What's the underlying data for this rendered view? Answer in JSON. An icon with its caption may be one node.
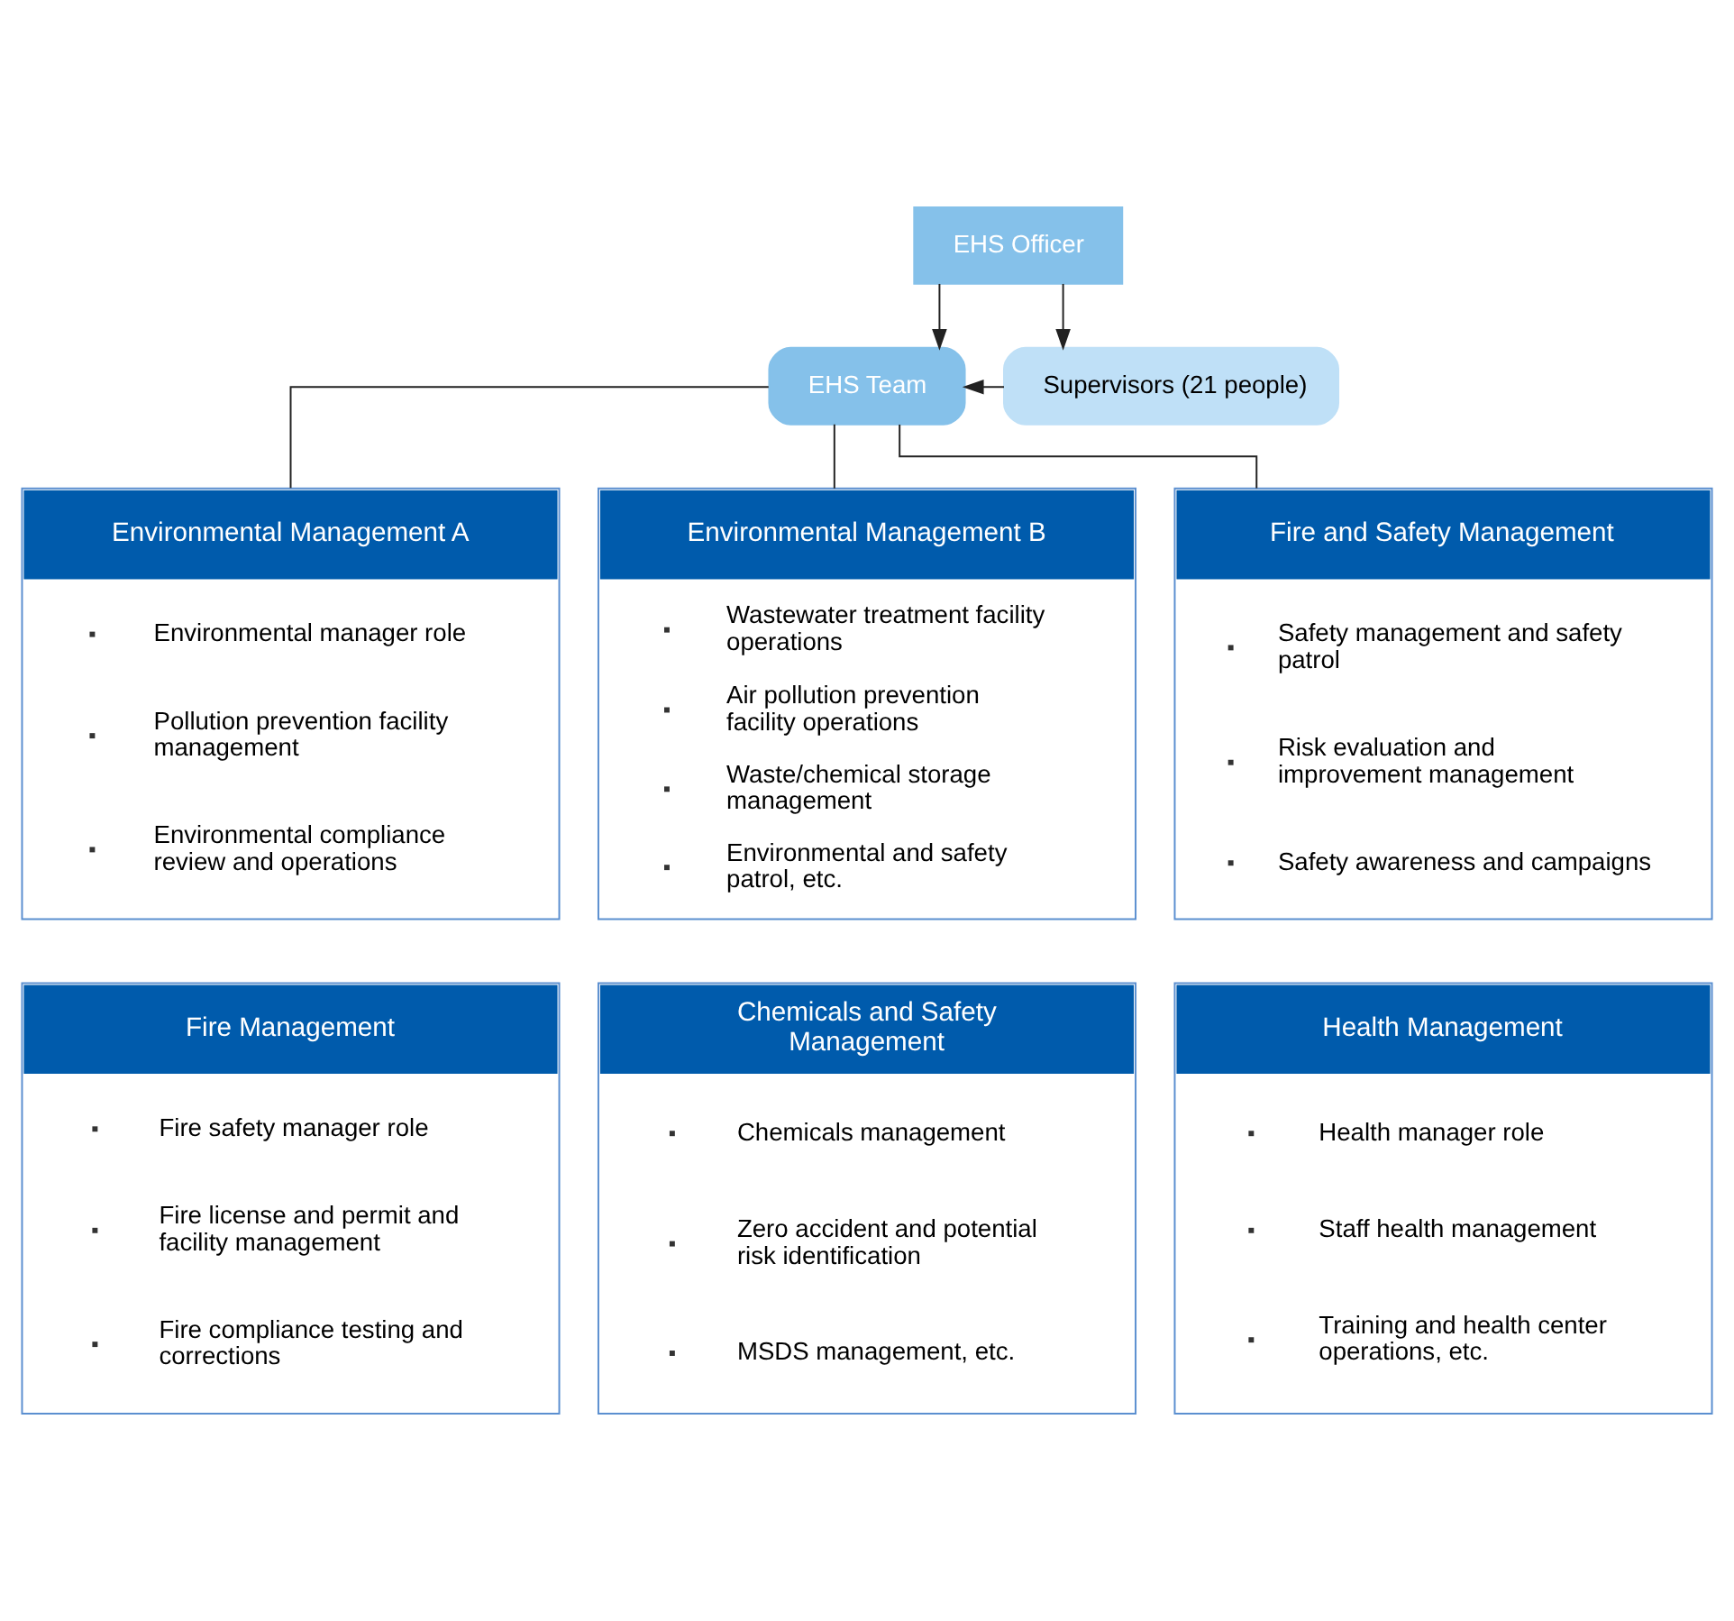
{
  "diagram": {
    "nodes": [
      {
        "text": [
          "EHS Officer"
        ]
      },
      {
        "text": [
          "EHS Team"
        ]
      },
      {
        "text": [
          "Supervisors (21 people)"
        ]
      },
      {
        "text": [
          "Environmental Management A",
          "Environmental manager role",
          "Pollution prevention facility management",
          "Environmental compliance review and operations"
        ]
      },
      {
        "text": [
          "Environmental Management B",
          "Wastewater treatment facility operations",
          "Air pollution prevention facility operations",
          "Waste/chemical storage management",
          "Environmental and safety patrol, etc."
        ]
      },
      {
        "text": [
          "Fire and Safety Management",
          "Safety management and safety patrol",
          "Risk evaluation and improvement management",
          "Safety awareness and campaigns"
        ]
      },
      {
        "text": [
          "Fire Management",
          "Fire safety manager role",
          "Fire license and permit and facility management",
          "Fire compliance testing and corrections"
        ]
      },
      {
        "text": [
          "Chemicals and Safety Management",
          "Chemicals management",
          "Zero accident and potential risk identification",
          "MSDS management, etc."
        ]
      },
      {
        "text": [
          "Health Management",
          "Health manager role",
          "Staff health management",
          "Training and health center operations, etc."
        ]
      }
    ],
    "edges": [
      {
        "from": 0,
        "to": 1,
        "arrow": "to"
      },
      {
        "from": 0,
        "to": 2,
        "arrow": "to"
      },
      {
        "from": 2,
        "to": 1,
        "arrow": "to"
      },
      {
        "from": 1,
        "to": 3,
        "arrow": "none"
      },
      {
        "from": 1,
        "to": 4,
        "arrow": "none"
      },
      {
        "from": 1,
        "to": 5,
        "arrow": "none"
      }
    ]
  }
}
